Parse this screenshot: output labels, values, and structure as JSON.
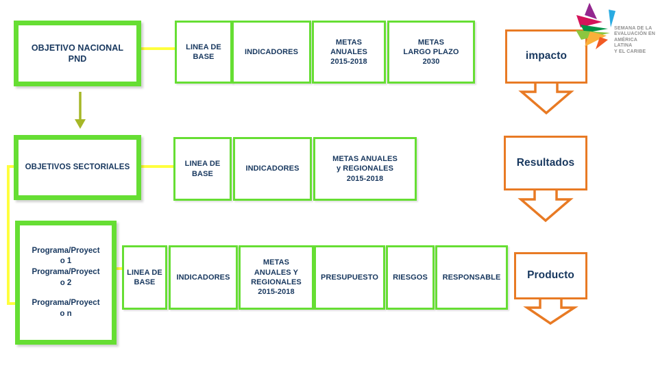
{
  "colors": {
    "green": "#66de33",
    "yellow": "#ffff3d",
    "olive": "#a6b727",
    "orange": "#e87a24",
    "navy": "#17375e"
  },
  "hierarchy": {
    "national_objective": "OBJETIVO NACIONAL\nPND",
    "sector_objectives": "OBJETIVOS SECTORIALES",
    "programs": [
      "Programa/Proyecto 1",
      "Programa/Proyecto 2",
      "Programa/Proyecto n"
    ]
  },
  "rows": {
    "top": {
      "cells": [
        "LINEA DE\nBASE",
        "INDICADORES",
        "METAS\nANUALES\n2015-2018",
        "METAS\nLARGO PLAZO\n2030"
      ],
      "outcome": "impacto"
    },
    "middle": {
      "cells": [
        "LINEA DE\nBASE",
        "INDICADORES",
        "METAS ANUALES\ny REGIONALES\n2015-2018"
      ],
      "outcome": "Resultados"
    },
    "bottom": {
      "cells": [
        "LINEA DE\nBASE",
        "INDICADORES",
        "METAS\nANUALES Y\nREGIONALES\n2015-2018",
        "PRESUPUESTO",
        "RIESGOS",
        "RESPONSABLE"
      ],
      "outcome": "Producto"
    }
  },
  "logo": {
    "text": "SEMANA DE LA\nEVALUACIÓN EN\nAMÉRICA LATINA\nY EL CARIBE"
  }
}
